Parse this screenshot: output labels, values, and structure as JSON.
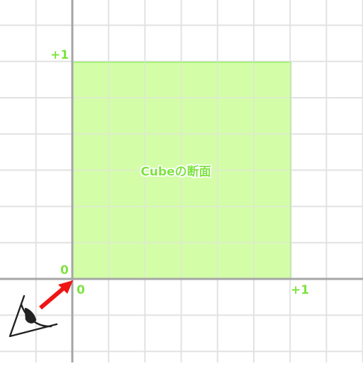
{
  "diagram": {
    "region_label": "Cubeの断面",
    "axes": {
      "x_zero_label": "0",
      "x_one_label": "+1",
      "y_zero_label": "0",
      "y_one_label": "+1"
    },
    "colors": {
      "background": "#ffffff",
      "grid": "#e2e2e2",
      "axis": "#a6a6a6",
      "region_fill": "#d4fda8",
      "region_stroke": "#a7f27c",
      "label": "#7ee33b",
      "arrow": "#f01515",
      "eye": "#222222"
    },
    "icons": {
      "viewer": "eye-icon",
      "direction": "arrow-icon"
    }
  }
}
